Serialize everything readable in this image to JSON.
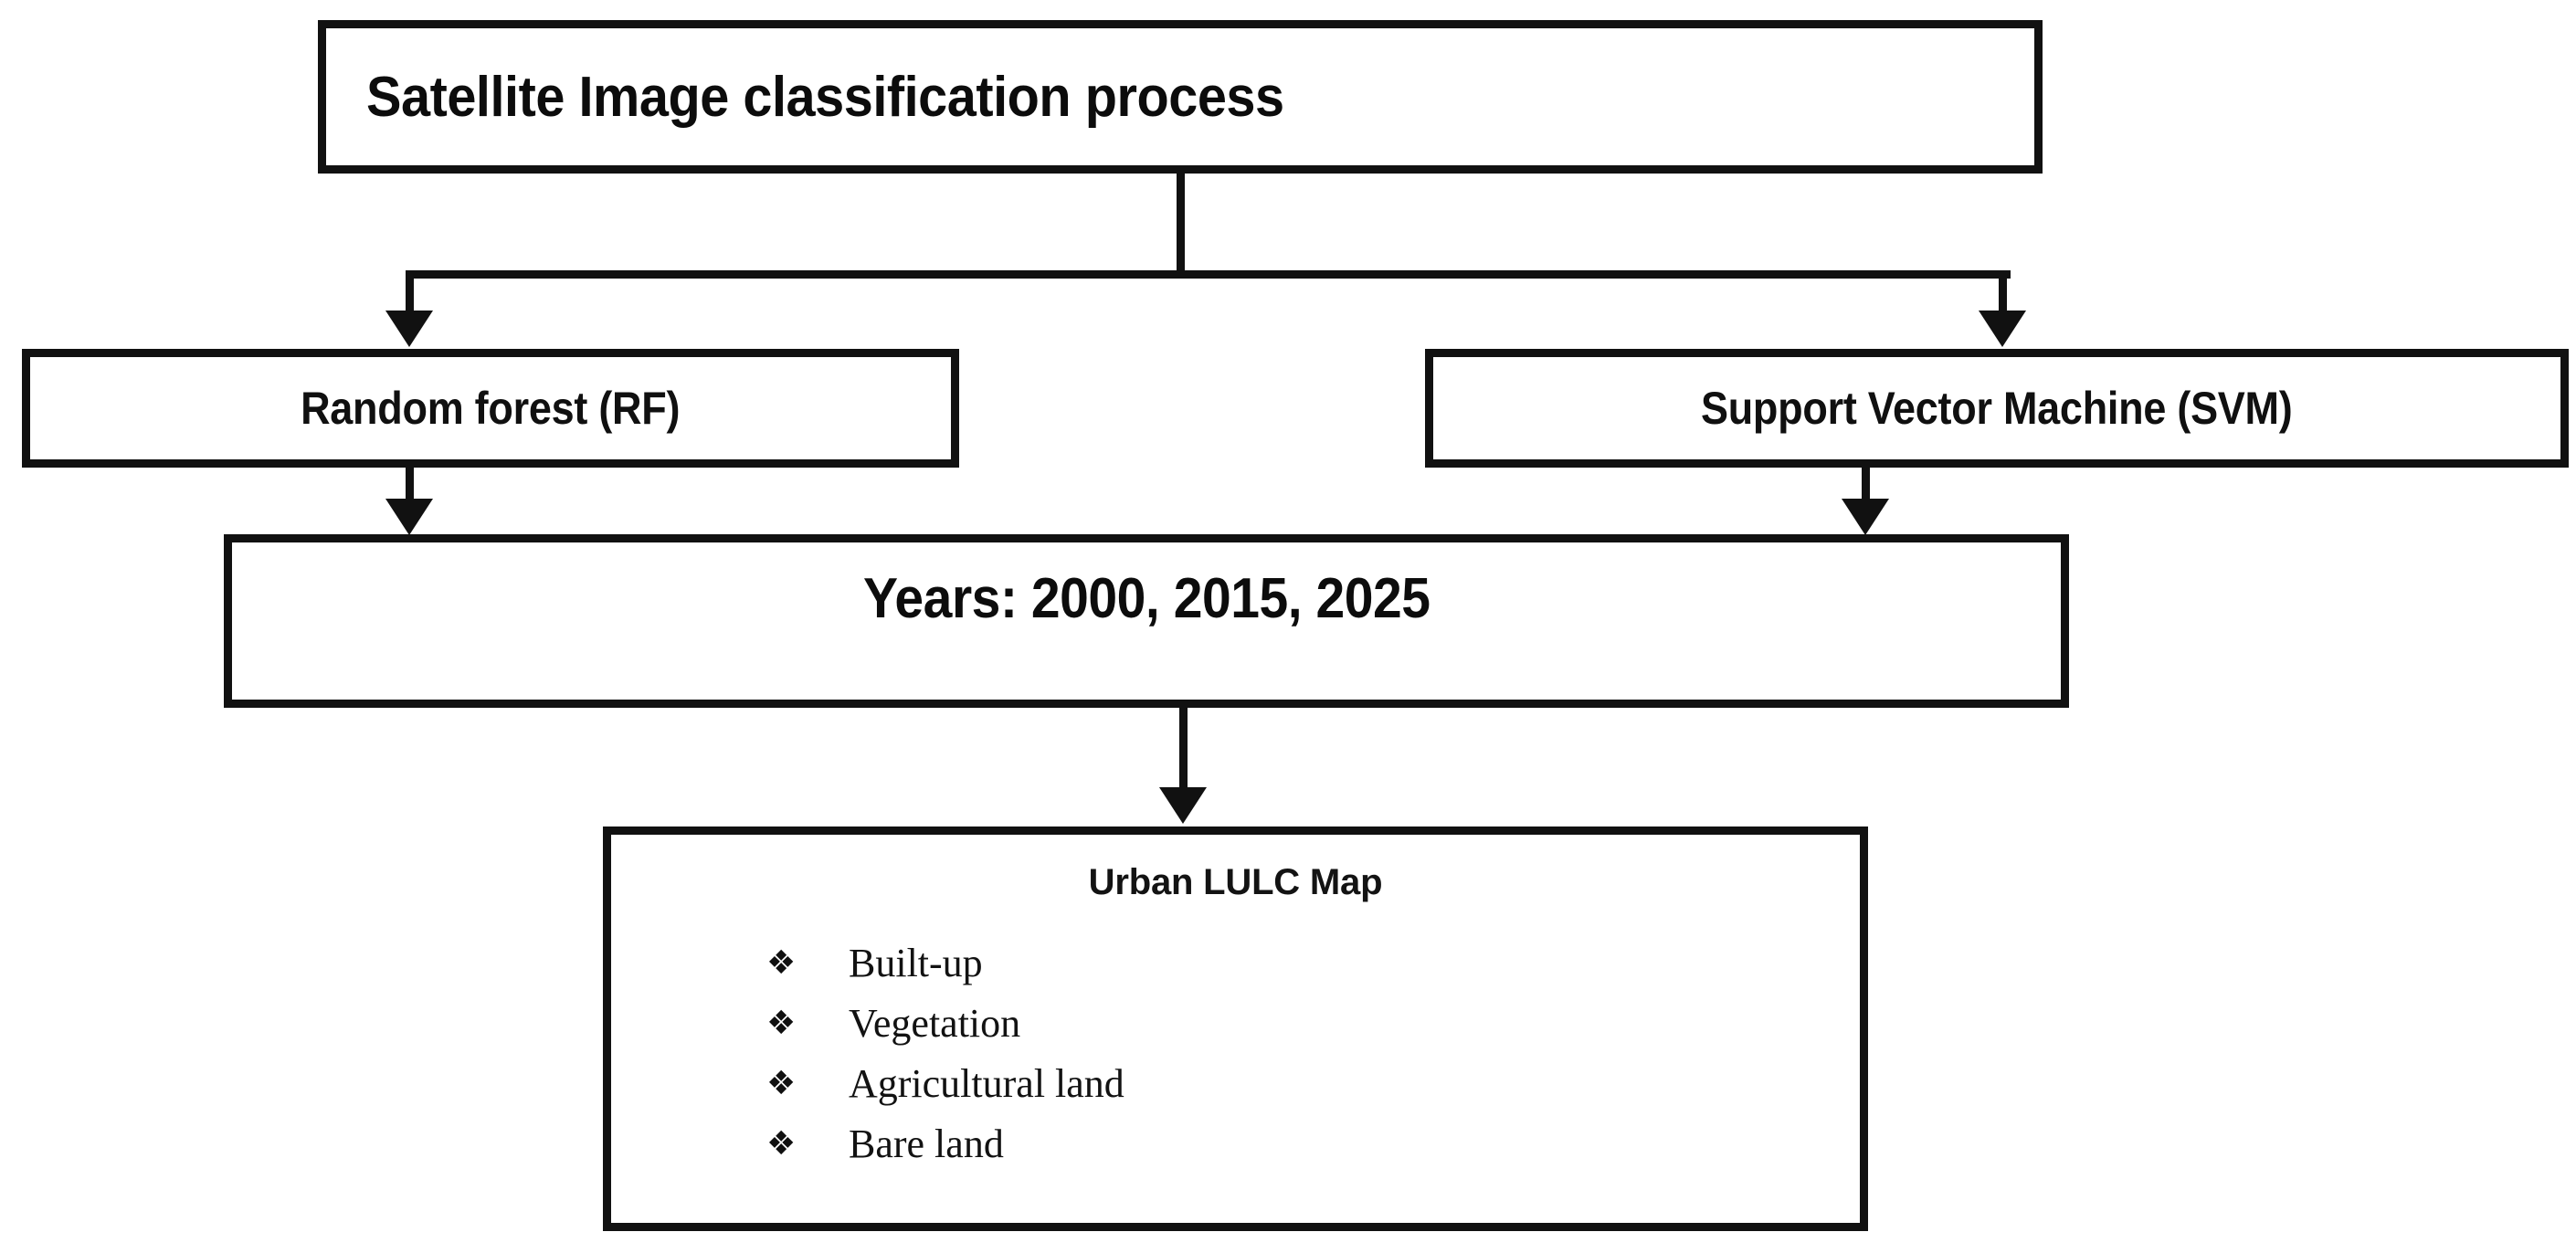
{
  "diagram": {
    "title": "Satellite Image classification process",
    "nodes": {
      "root": {
        "label": "Satellite Image classification process"
      },
      "rf": {
        "label": "Random forest (RF)"
      },
      "svm": {
        "label": "Support Vector Machine (SVM)"
      },
      "years": {
        "label": "Years: 2000, 2015, 2025"
      },
      "lulc": {
        "title": "Urban LULC Map",
        "bullet_glyph": "❖",
        "items": [
          {
            "label": "Built-up"
          },
          {
            "label": "Vegetation"
          },
          {
            "label": "Agricultural land"
          },
          {
            "label": "Bare land"
          }
        ]
      }
    },
    "colors": {
      "stroke": "#111111",
      "fill": "#ffffff",
      "text": "#0c0c0c"
    }
  }
}
